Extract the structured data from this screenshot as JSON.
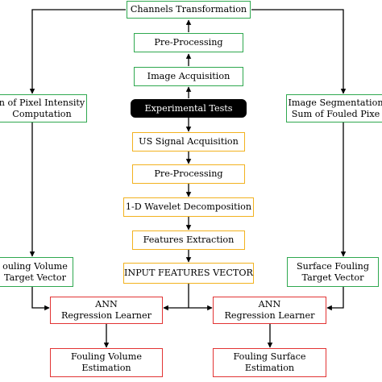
{
  "nodes": {
    "channels_transformation": {
      "lines": [
        "Channels Transformation"
      ],
      "color": "green"
    },
    "pre_processing_top": {
      "lines": [
        "Pre-Processing"
      ],
      "color": "green"
    },
    "image_acquisition": {
      "lines": [
        "Image Acquisition"
      ],
      "color": "green"
    },
    "experimental_tests": {
      "lines": [
        "Experimental Tests"
      ],
      "color": "black"
    },
    "pixel_intensity": {
      "lines": [
        "n of Pixel Intensity",
        "Computation"
      ],
      "color": "green"
    },
    "image_segmentation": {
      "lines": [
        "Image Segmentation",
        "Sum of Fouled Pixe"
      ],
      "color": "green"
    },
    "us_signal_acquisition": {
      "lines": [
        "US Signal Acquisition"
      ],
      "color": "yellow"
    },
    "pre_processing_bottom": {
      "lines": [
        "Pre-Processing"
      ],
      "color": "yellow"
    },
    "wavelet_decomposition": {
      "lines": [
        "1-D Wavelet Decomposition"
      ],
      "color": "yellow"
    },
    "features_extraction": {
      "lines": [
        "Features Extraction"
      ],
      "color": "yellow"
    },
    "input_features_vector": {
      "lines": [
        "INPUT FEATURES VECTOR"
      ],
      "color": "yellow"
    },
    "fouling_volume_target": {
      "lines": [
        "ouling Volume",
        "Target Vector"
      ],
      "color": "green"
    },
    "surface_fouling_target": {
      "lines": [
        "Surface Fouling",
        "Target Vector"
      ],
      "color": "green"
    },
    "ann_left": {
      "lines": [
        "ANN",
        "Regression Learner"
      ],
      "color": "red"
    },
    "ann_right": {
      "lines": [
        "ANN",
        "Regression Learner"
      ],
      "color": "red"
    },
    "fouling_volume_estimation": {
      "lines": [
        "Fouling Volume",
        "Estimation"
      ],
      "color": "red"
    },
    "fouling_surface_estimation": {
      "lines": [
        "Fouling Surface",
        "Estimation"
      ],
      "color": "red"
    }
  },
  "colors": {
    "green": "#2fa84f",
    "yellow": "#f2b21f",
    "red": "#e23434",
    "black": "#000000",
    "line": "#000000"
  }
}
